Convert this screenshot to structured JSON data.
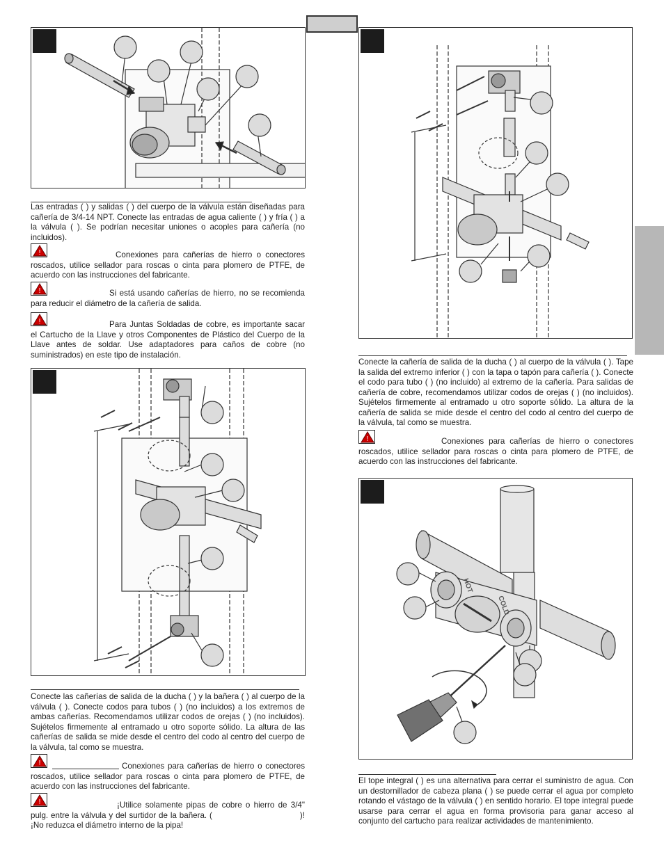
{
  "step1": {
    "paragraph": "Las entradas (     ) y salidas (     ) del cuerpo de la válvula están diseñadas para cañería de 3/4-14 NPT. Conecte las entradas de agua caliente (     ) y fría (     ) a la válvula (     ). Se podrían necesitar uniones o acoples  para cañería (no incluidos).",
    "warnings": [
      "Conexiones para cañerías de hierro o conectores roscados, utilice sellador para roscas o cinta para plomero de PTFE, de acuerdo con las instrucciones del fabricante.",
      "Si está usando cañerías de hierro, no se recomienda para reducir el diámetro de la cañería de salida.",
      "Para Juntas Soldadas de cobre, es importante sacar el Cartucho de la Llave y otros Componentes de Plástico del Cuerpo de la Llave antes de soldar. Use adaptadores para caños de cobre (no suministrados) en este tipo de instalación."
    ]
  },
  "step2": {
    "paragraph": "Conecte las cañerías de salida de la ducha (     ) y la bañera (     ) al cuerpo de la válvula (     ). Conecte codos para tubos (     ) (no incluidos) a los extremos de ambas cañerías. Recomendamos utilizar codos de orejas (     ) (no incluidos). Sujételos firmemente al entramado u otro soporte sólido. La altura de las cañerías de salida se mide desde el centro del codo al centro del cuerpo de la válvula, tal como se muestra.",
    "warning1": "Conexiones para cañerías de hierro o conectores roscados, utilice sellador para roscas o cinta para plomero de PTFE, de acuerdo con las instrucciones del fabricante.",
    "warning2_a": "¡Utilice solamente pipas de cobre o hierro de 3/4\" pulg.  entre la válvula y del surtidor de la bañera. (",
    "warning2_b": ")!  ¡No reduzca el diámetro interno de la pipa!"
  },
  "step3": {
    "paragraph": "Conecte la cañería de salida de la ducha (     ) al cuerpo de la válvula (     ). Tape la salida del extremo inferior (     ) con la tapa o tapón para cañería (     ). Conecte el codo para tubo (     ) (no incluido) al extremo de la cañería. Para salidas de cañería de cobre, recomendamos utilizar codos de orejas (     ) (no incluidos). Sujételos firmemente al entramado u otro soporte sólido. La altura de la cañería de salida se mide desde el centro del codo al centro del cuerpo de la válvula, tal como se muestra.",
    "warning": "Conexiones para cañerías de hierro o conectores roscados, utilice sellador para roscas o cinta para plomero de PTFE, de acuerdo con las instrucciones del fabricante."
  },
  "step4": {
    "paragraph": "El tope integral (     ) es una alternativa para cerrar el suministro de agua. Con un destornillador de cabeza plana (     ) se puede cerrar el agua por completo rotando el vástago de la válvula (     ) en sentido horario. El tope integral puede usarse para cerrar el agua en forma provisoria para ganar acceso al conjunto del cartucho para realizar actividades de mantenimiento.",
    "valve_labels": [
      "HOT",
      "COLD"
    ]
  },
  "icons": [
    "warning-icon",
    "step-number-box",
    "callout-circle"
  ],
  "colors": {
    "tab_gray": "#b7b7b7",
    "step_box": "#1c1c1c",
    "line": "#333333"
  }
}
